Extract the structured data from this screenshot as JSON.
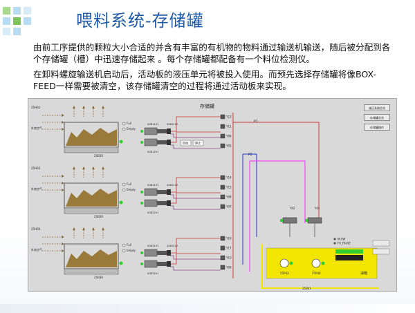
{
  "slide": {
    "title": "喂料系统-存储罐",
    "paragraph1": "由前工序提供的颗粒大小合适的并含有丰富的有机物的物料通过输送机输送，随后被分配到各个存储罐（槽）中迅速存储起来 。每个存储罐都配备有一个料位检测仪。",
    "paragraph2": "在卸料螺旋输送机启动后，活动板的液压单元将被投入使用。而预先选择存储罐将像BOX-FEED一样需要被清空，该存储罐清空的过程将通过活动板来实现。"
  },
  "hmi": {
    "header": "存储罐",
    "side_buttons": [
      "液压系统总览",
      "存储罐总览",
      "存储罐操作"
    ],
    "tanks": [
      {
        "top_tag": "25H02",
        "side_label": "外卖空气",
        "level_full": "Full",
        "level_empty": "Empty",
        "cylinder": "25B10",
        "unit_tags": [
          "SGB1101",
          "SGB1102",
          "SGB1201"
        ],
        "valves": [
          "Y13",
          "Y11",
          "Y06",
          "Y05"
        ]
      },
      {
        "top_tag": "25H03",
        "side_label": "外卖空气",
        "level_full": "Full",
        "level_empty": "Empty",
        "cylinder": "25B20",
        "unit_tags": [
          "SGB2101",
          "SGB2102",
          "SGB2201"
        ],
        "valves": [
          "Y14",
          "Y15",
          "Y08",
          "Y07"
        ]
      },
      {
        "top_tag": "25H04",
        "side_label": "外卖空气",
        "level_full": "Full",
        "level_empty": "Empty",
        "cylinder": "25B30",
        "unit_tags": [
          "SGB3101",
          "SGB3102",
          "SGB3201"
        ],
        "valves": [
          "Y16",
          "Y17",
          "Y10",
          "Y09"
        ]
      }
    ],
    "mode_buttons": [
      "自动",
      "停止"
    ],
    "pipes": [
      "P1",
      "P2"
    ],
    "valves_right": [
      "Y02",
      "Y01"
    ],
    "status": {
      "msw": "M-SW",
      "fault": "FV_FAULT"
    },
    "pumps": [
      "25P43",
      "25P40"
    ],
    "hydraulic_unit": "25B41",
    "reservoir_label": "油箱"
  },
  "colors": {
    "title": "#1e5aa8",
    "hmi_bg": "#d9d9d9",
    "pipe_red": "#cc3333",
    "pipe_blue": "#2233cc",
    "pipe_magenta": "#ff22ff",
    "hydraulic": "#f2e600",
    "indicator_green": "#33cc33"
  }
}
